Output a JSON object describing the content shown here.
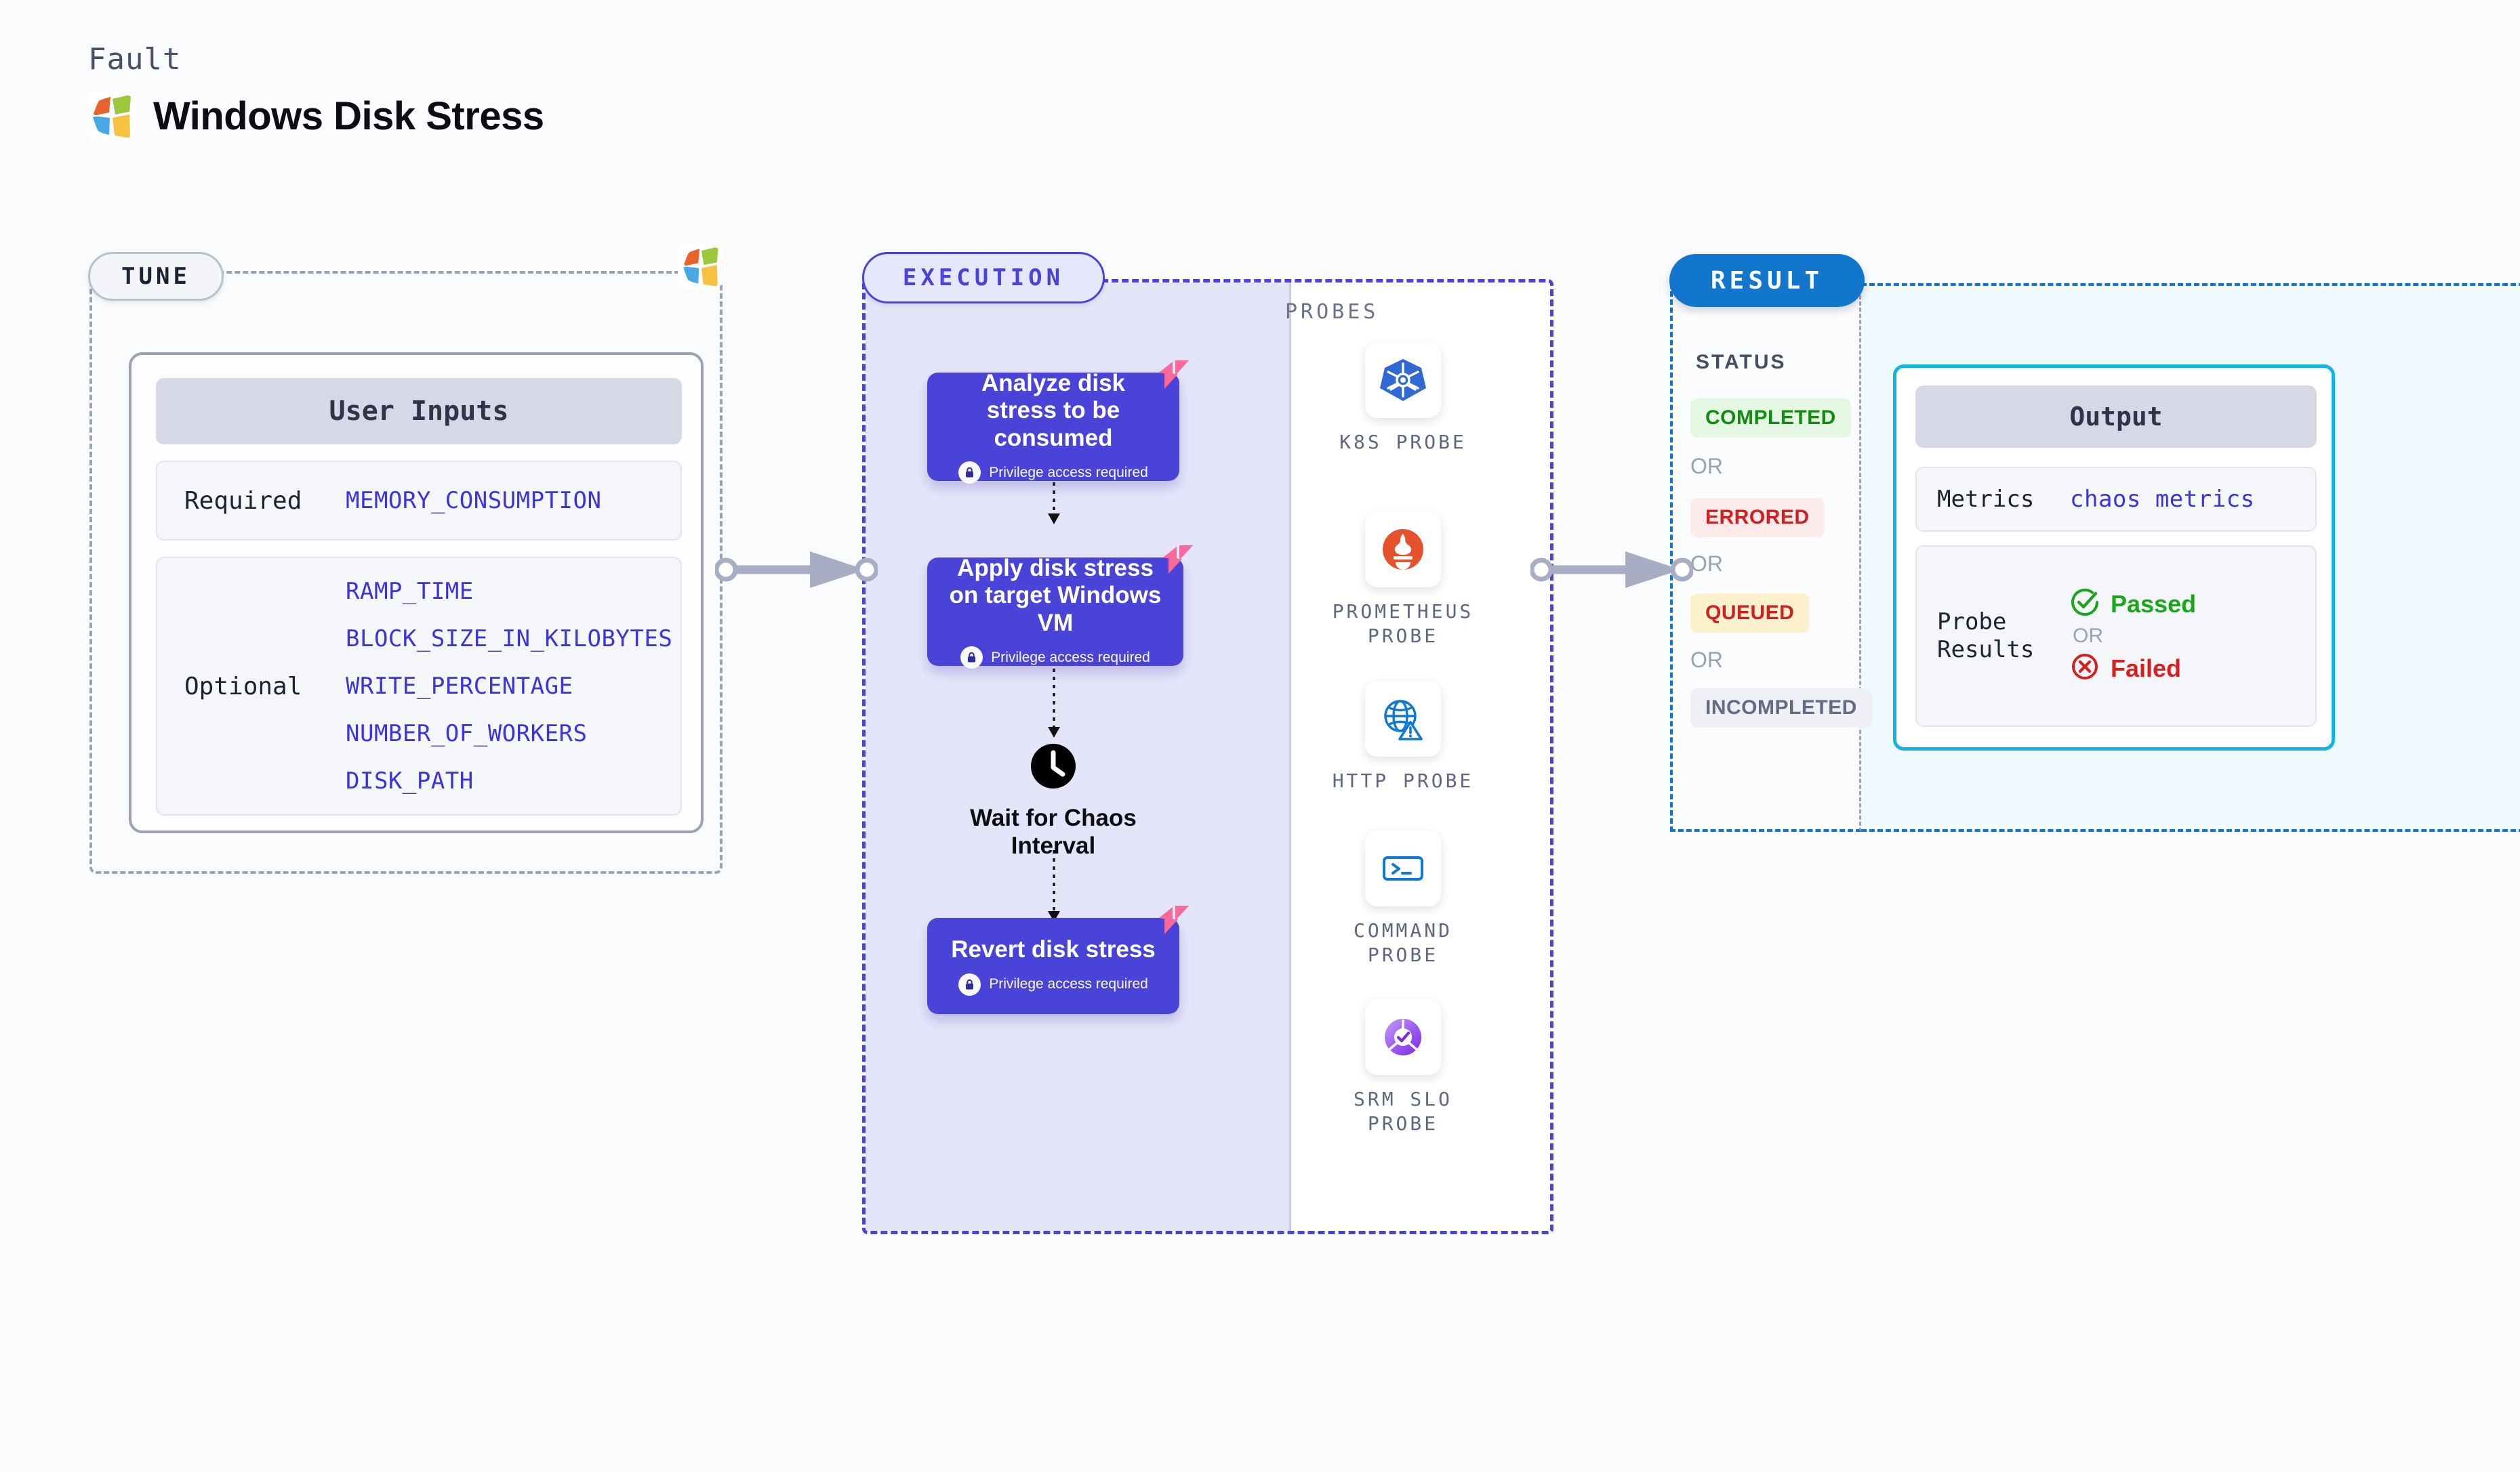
{
  "header": {
    "kicker": "Fault",
    "title": "Windows Disk Stress",
    "logo_icon": "windows-logo-icon"
  },
  "tune": {
    "pill_label": "TUNE",
    "card_title": "User Inputs",
    "required_label": "Required",
    "required_values": [
      "MEMORY_CONSUMPTION"
    ],
    "optional_label": "Optional",
    "optional_values": [
      "RAMP_TIME",
      "BLOCK_SIZE_IN_KILOBYTES",
      "WRITE_PERCENTAGE",
      "NUMBER_OF_WORKERS",
      "DISK_PATH"
    ],
    "badge_icon": "windows-logo-icon"
  },
  "execution": {
    "pill_label": "EXECUTION",
    "privilege_note": "Privilege access required",
    "steps": [
      {
        "title": "Analyze disk stress to be consumed",
        "privileged": true,
        "tag_icon": "litmus-tag-icon"
      },
      {
        "title": "Apply disk stress on target Windows VM",
        "privileged": true,
        "tag_icon": "litmus-tag-icon"
      },
      {
        "title": "Revert disk stress",
        "privileged": true,
        "tag_icon": "litmus-tag-icon"
      }
    ],
    "wait_node": {
      "label": "Wait for Chaos Interval",
      "icon": "clock-icon"
    }
  },
  "probes": {
    "section_label": "PROBES",
    "items": [
      {
        "name": "K8S PROBE",
        "icon": "kubernetes-icon"
      },
      {
        "name": "PROMETHEUS PROBE",
        "icon": "prometheus-icon"
      },
      {
        "name": "HTTP PROBE",
        "icon": "http-globe-warning-icon"
      },
      {
        "name": "COMMAND PROBE",
        "icon": "terminal-icon"
      },
      {
        "name": "SRM SLO PROBE",
        "icon": "srm-slo-icon"
      }
    ]
  },
  "result": {
    "pill_label": "RESULT",
    "status_label": "STATUS",
    "or_label": "OR",
    "statuses": [
      {
        "label": "COMPLETED",
        "bg": "#e3f7e3",
        "fg": "#158a15"
      },
      {
        "label": "ERRORED",
        "bg": "#fdeaea",
        "fg": "#cf2020"
      },
      {
        "label": "QUEUED",
        "bg": "#fdf0cd",
        "fg": "#cf2020"
      },
      {
        "label": "INCOMPLETED",
        "bg": "#eef0f6",
        "fg": "#636a82"
      }
    ],
    "output": {
      "title": "Output",
      "metrics_label": "Metrics",
      "metrics_value": "chaos metrics",
      "probe_results_label": "Probe Results",
      "passed_label": "Passed",
      "failed_label": "Failed",
      "or_label": "OR",
      "passed_icon": "check-circle-icon",
      "failed_icon": "x-circle-icon"
    }
  },
  "colors": {
    "accent_purple": "#4a43d8",
    "accent_blue": "#1277cc",
    "output_border": "#12b4e8",
    "tag_pink": "#f9699b",
    "mono_value": "#3b33e0"
  }
}
